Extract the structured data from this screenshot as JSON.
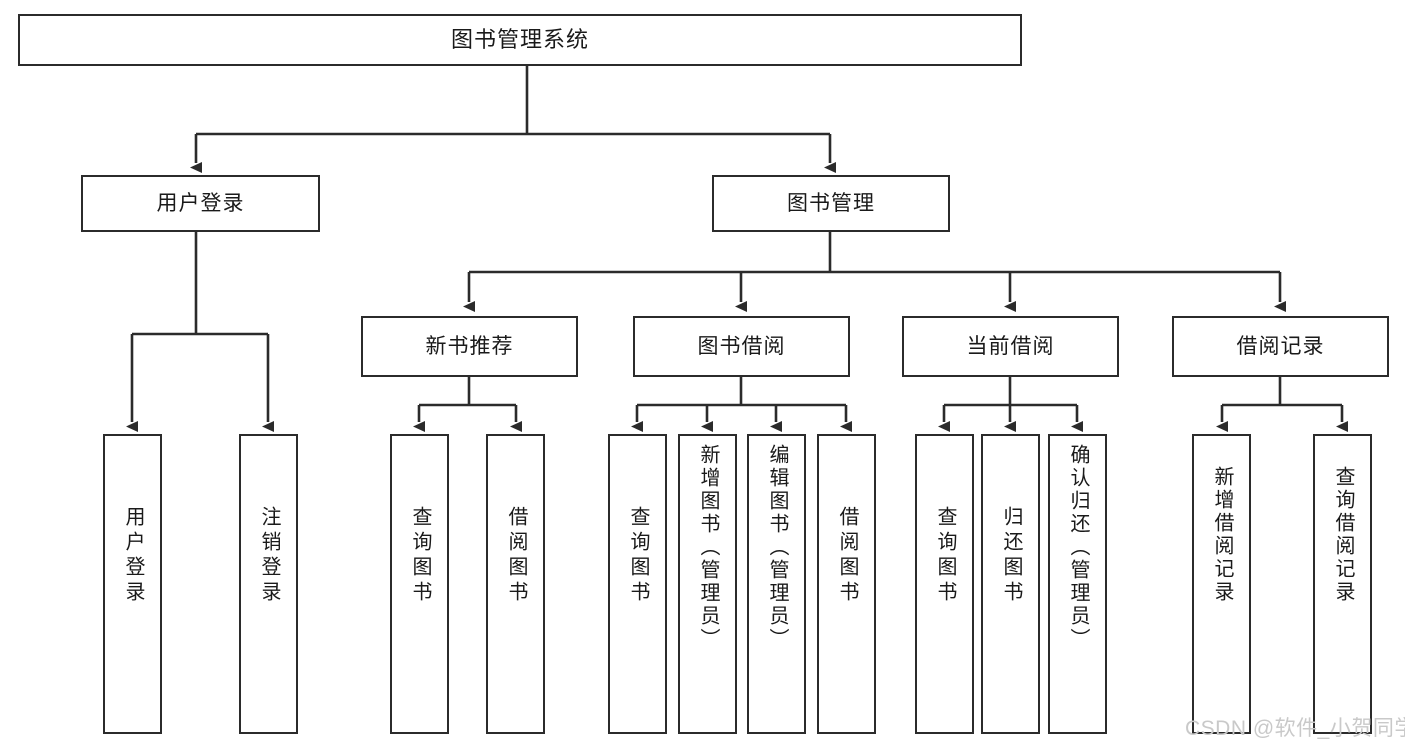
{
  "diagram": {
    "title": "图书管理系统",
    "type": "tree",
    "root": {
      "id": "root",
      "label": "图书管理系统",
      "orientation": "horizontal"
    },
    "level2": [
      {
        "id": "user-login",
        "label": "用户登录",
        "orientation": "horizontal"
      },
      {
        "id": "book-management",
        "label": "图书管理",
        "orientation": "horizontal"
      }
    ],
    "level3": [
      {
        "id": "new-book-recommend",
        "label": "新书推荐",
        "orientation": "horizontal",
        "parent": "book-management"
      },
      {
        "id": "book-borrow",
        "label": "图书借阅",
        "orientation": "horizontal",
        "parent": "book-management"
      },
      {
        "id": "current-borrow",
        "label": "当前借阅",
        "orientation": "horizontal",
        "parent": "book-management"
      },
      {
        "id": "borrow-record",
        "label": "借阅记录",
        "orientation": "horizontal",
        "parent": "book-management"
      }
    ],
    "leaves": [
      {
        "id": "leaf-user-login",
        "label": "用户登录",
        "orientation": "vertical",
        "parent": "user-login"
      },
      {
        "id": "leaf-user-logout",
        "label": "注销登录",
        "orientation": "vertical",
        "parent": "user-login"
      },
      {
        "id": "leaf-query-book-1",
        "label": "查询图书",
        "orientation": "vertical",
        "parent": "new-book-recommend"
      },
      {
        "id": "leaf-borrow-book-1",
        "label": "借阅图书",
        "orientation": "vertical",
        "parent": "new-book-recommend"
      },
      {
        "id": "leaf-query-book-2",
        "label": "查询图书",
        "orientation": "vertical",
        "parent": "book-borrow"
      },
      {
        "id": "leaf-add-book",
        "label": "新增图书（管理员）",
        "orientation": "vertical",
        "parent": "book-borrow"
      },
      {
        "id": "leaf-edit-book",
        "label": "编辑图书（管理员）",
        "orientation": "vertical",
        "parent": "book-borrow"
      },
      {
        "id": "leaf-borrow-book-2",
        "label": "借阅图书",
        "orientation": "vertical",
        "parent": "book-borrow"
      },
      {
        "id": "leaf-query-book-3",
        "label": "查询图书",
        "orientation": "vertical",
        "parent": "current-borrow"
      },
      {
        "id": "leaf-return-book",
        "label": "归还图书",
        "orientation": "vertical",
        "parent": "current-borrow"
      },
      {
        "id": "leaf-confirm-return",
        "label": "确认归还（管理员）",
        "orientation": "vertical",
        "parent": "current-borrow"
      },
      {
        "id": "leaf-add-record",
        "label": "新增借阅记录",
        "orientation": "vertical",
        "parent": "borrow-record"
      },
      {
        "id": "leaf-query-record",
        "label": "查询借阅记录",
        "orientation": "vertical",
        "parent": "borrow-record"
      }
    ],
    "colors": {
      "stroke": "#2b2b2b",
      "fill": "#ffffff",
      "text": "#1a1a1a",
      "watermark": "#c9c9c9"
    }
  },
  "watermark": {
    "text": "CSDN @软件_小贺同学"
  }
}
